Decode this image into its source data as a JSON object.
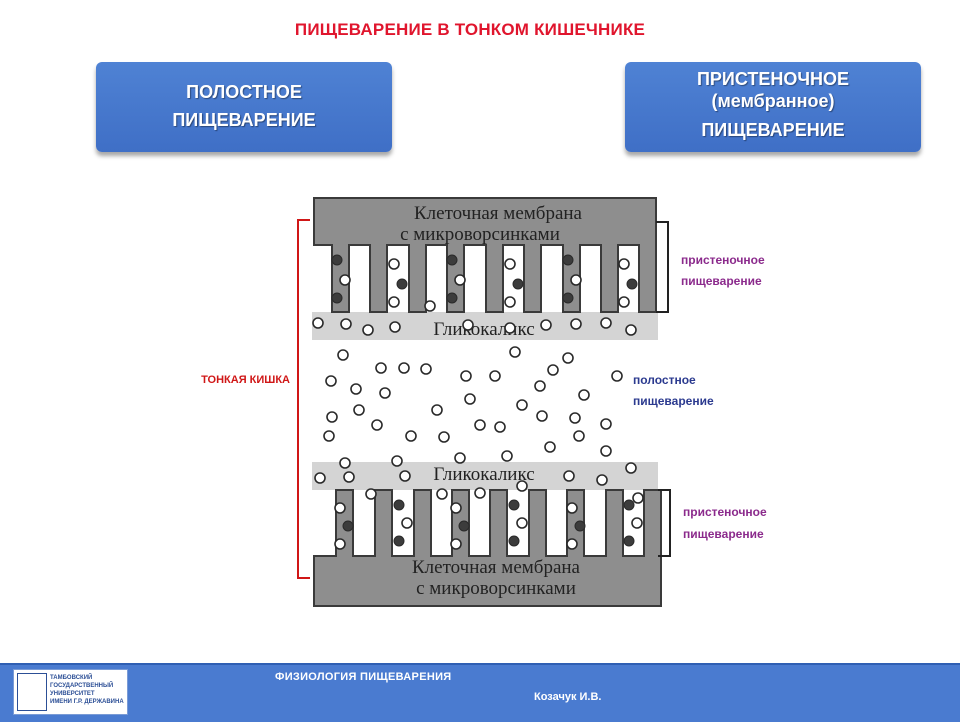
{
  "title": "ПИЩЕВАРЕНИЕ В ТОНКОМ КИШЕЧНИКЕ",
  "box_left": {
    "line1": "ПОЛОСТНОЕ",
    "line2": "ПИЩЕВАРЕНИЕ"
  },
  "box_right": {
    "line1": "ПРИСТЕНОЧНОЕ",
    "line2": "(мембранное)",
    "line3": "ПИЩЕВАРЕНИЕ"
  },
  "diagram": {
    "membrane_label_line1": "Клеточная мембрана",
    "membrane_label_line2": "с микроворсинками",
    "glycocalyx_label": "Гликокаликс",
    "intestine_label": "ТОНКАЯ КИШКА",
    "parietal_label_line1": "пристеночное",
    "parietal_label_line2": "пищеварение",
    "cavity_label_line1": "полостное",
    "cavity_label_line2": "пищеварение",
    "colors": {
      "membrane": "#8e8e8e",
      "glycocalyx": "#d4d4d4",
      "parietal": "#8b2a8c",
      "cavity": "#2b3a8f",
      "intestine": "#d01717"
    }
  },
  "footer": {
    "course": "ФИЗИОЛОГИЯ ПИЩЕВАРЕНИЯ",
    "author": "Козачук И.В.",
    "logo_text": "ТАМБОВСКИЙ\nГОСУДАРСТВЕННЫЙ\nУНИВЕРСИТЕТ\nИМЕНИ Г.Р. ДЕРЖАВИНА",
    "colors": {
      "bar": "#4a7bd0"
    }
  }
}
